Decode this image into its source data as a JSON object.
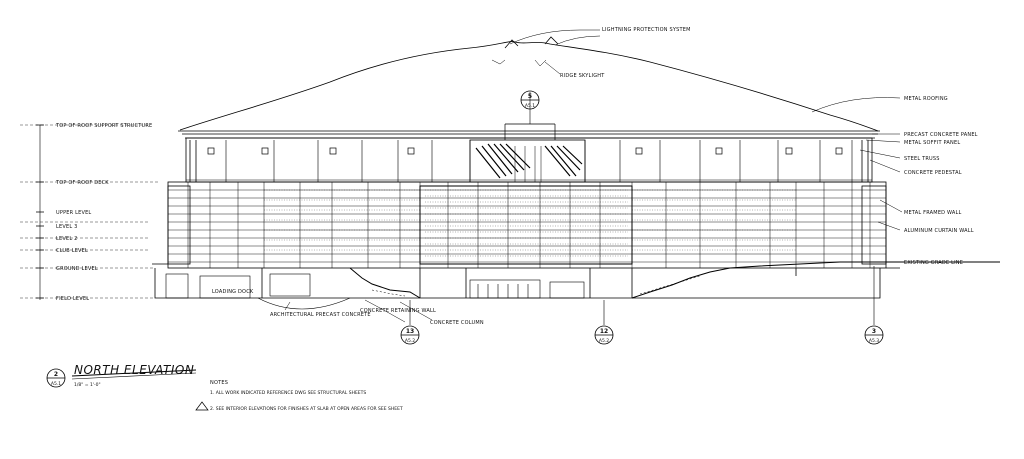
{
  "drawing": {
    "title": "NORTH ELEVATION",
    "scale": "1/8\" = 1'-0\"",
    "detail_number": "2",
    "sheet_ref": "A5.1"
  },
  "notes": {
    "heading": "NOTES",
    "items": [
      "1. ALL WORK INDICATED REFERENCE DWG SEE STRUCTURAL SHEETS",
      "2. SEE INTERIOR ELEVATIONS FOR FINISHES AT SLAB AT OPEN AREAS FOR SEE SHEET"
    ]
  },
  "elevation_levels": [
    {
      "label": "TOP OF ROOF SUPPORT STRUCTURE"
    },
    {
      "label": "TOP OF ROOF DECK"
    },
    {
      "label": "UPPER LEVEL"
    },
    {
      "label": "LEVEL 3"
    },
    {
      "label": "LEVEL 2"
    },
    {
      "label": "CLUB LEVEL"
    },
    {
      "label": "GROUND LEVEL"
    },
    {
      "label": "FIELD LEVEL"
    }
  ],
  "callouts_right": [
    {
      "label": "METAL ROOFING"
    },
    {
      "label": "PRECAST CONCRETE PANEL"
    },
    {
      "label": "METAL SOFFIT PANEL"
    },
    {
      "label": "STEEL TRUSS"
    },
    {
      "label": "CONCRETE PEDESTAL"
    },
    {
      "label": "METAL FRAMED WALL"
    },
    {
      "label": "ALUMINUM CURTAIN WALL"
    },
    {
      "label": "EXISTING GRADE LINE"
    }
  ],
  "callouts_top": [
    {
      "label": "LIGHTNING PROTECTION SYSTEM"
    },
    {
      "label": "RIDGE SKYLIGHT"
    }
  ],
  "callouts_bottom": [
    {
      "label": "ARCHITECTURAL PRECAST CONCRETE"
    },
    {
      "label": "CONCRETE COLUMN"
    },
    {
      "label": "CONCRETE RETAINING WALL"
    },
    {
      "label": "LOADING DOCK"
    }
  ],
  "bubbles": [
    {
      "id": "grid-13",
      "top": "13",
      "bottom": "A5.2"
    },
    {
      "id": "grid-12",
      "top": "12",
      "bottom": "A5.2"
    },
    {
      "id": "grid-3",
      "top": "3",
      "bottom": "A5.3"
    },
    {
      "id": "grid-top",
      "top": "5",
      "bottom": "A5.1"
    }
  ]
}
